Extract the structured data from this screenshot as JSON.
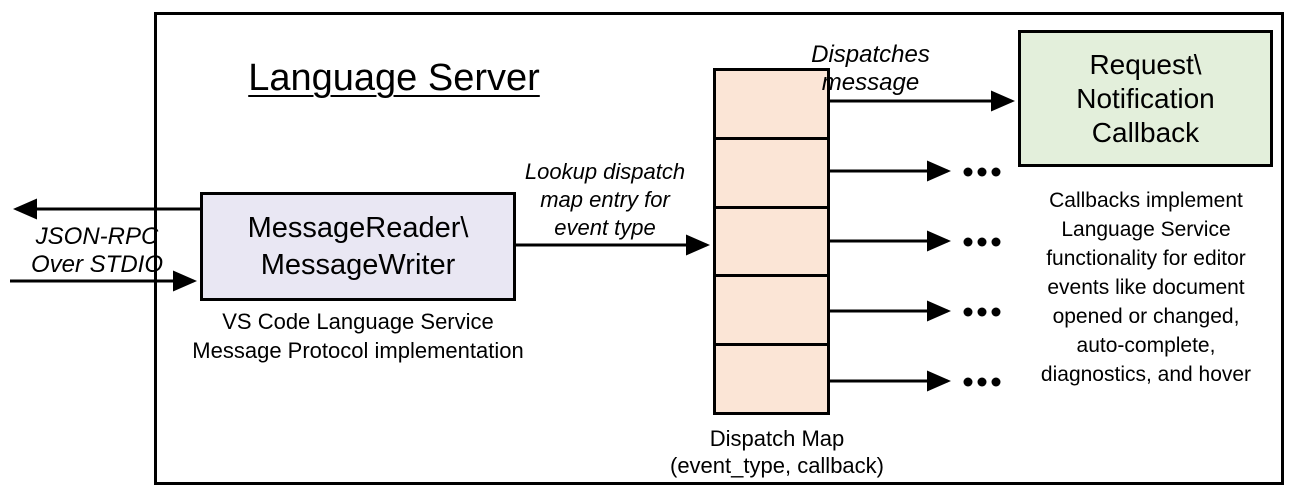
{
  "diagram": {
    "title": "Language Server",
    "io_label": {
      "lines": [
        "JSON-RPC",
        "Over STDIO"
      ]
    },
    "reader_box": {
      "lines": [
        "MessageReader\\",
        "MessageWriter"
      ],
      "caption_lines": [
        "VS Code Language Service",
        "Message Protocol implementation"
      ],
      "fill": "#E9E7F3"
    },
    "lookup_label": {
      "lines": [
        "Lookup dispatch",
        "map entry for",
        "event type"
      ]
    },
    "dispatch_map": {
      "rows": 5,
      "caption_lines": [
        "Dispatch Map",
        "(event_type, callback)"
      ],
      "fill": "#FBE5D6"
    },
    "dispatches_label": {
      "lines": [
        "Dispatches",
        "message"
      ]
    },
    "callback_box": {
      "lines": [
        "Request\\",
        "Notification",
        "Callback"
      ],
      "fill": "#E3EFDB"
    },
    "callbacks_note_lines": [
      "Callbacks implement",
      "Language Service",
      "functionality for editor",
      "events like document",
      "opened or changed,",
      "auto-complete,",
      "diagnostics, and hover"
    ],
    "ellipsis": "...",
    "colors": {
      "line": "#000000",
      "reader_fill": "#E9E7F3",
      "map_fill": "#FBE5D6",
      "callback_fill": "#E3EFDB",
      "background": "#FFFFFF"
    }
  }
}
